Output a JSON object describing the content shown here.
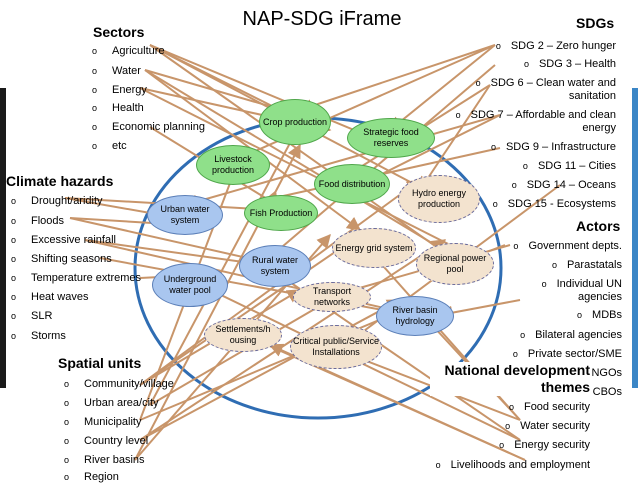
{
  "title": "NAP-SDG iFrame",
  "sectors": {
    "heading": "Sectors",
    "items": [
      "Agriculture",
      "Water",
      "Energy",
      "Health",
      "Economic planning",
      "etc"
    ]
  },
  "climate_hazards": {
    "heading": "Climate hazards",
    "items": [
      "Drought/aridity",
      "Floods",
      "Excessive rainfall",
      "Shifting seasons",
      "Temperature extremes",
      "Heat waves",
      "SLR",
      "Storms"
    ]
  },
  "spatial_units": {
    "heading": "Spatial units",
    "items": [
      "Community/village",
      "Urban area/city",
      "Municipality",
      "Country level",
      "River basins",
      "Region"
    ]
  },
  "sdgs": {
    "heading": "SDGs",
    "items": [
      "SDG 2 – Zero hunger",
      "SDG 3 – Health",
      "SDG 6 – Clean water and sanitation",
      "SDG 7 – Affordable and clean energy",
      "SDG 9 – Infrastructure",
      "SDG 11 – Cities",
      "SDG 14 – Oceans",
      "SDG 15 - Ecosystems"
    ]
  },
  "actors": {
    "heading": "Actors",
    "items": [
      "Government depts.",
      "Parastatals",
      "Individual UN agencies",
      "MDBs",
      "Bilateral agencies",
      "Private sector/SME",
      "NGOs",
      "CBOs"
    ]
  },
  "national_themes": {
    "heading": "National development themes",
    "items": [
      "Food security",
      "Water security",
      "Energy security",
      "Livelihoods and employment"
    ]
  },
  "systems": [
    {
      "id": "crop-production",
      "label": "Crop production",
      "color": "#8fe08a"
    },
    {
      "id": "livestock-production",
      "label": "Livestock production",
      "color": "#8fe08a"
    },
    {
      "id": "strategic-food-reserves",
      "label": "Strategic food reserves",
      "color": "#8fe08a"
    },
    {
      "id": "food-distribution",
      "label": "Food distribution",
      "color": "#8fe08a"
    },
    {
      "id": "fish-production",
      "label": "Fish Production",
      "color": "#8fe08a"
    },
    {
      "id": "hydro-energy-production",
      "label": "Hydro energy production",
      "color": "#f3e3cf"
    },
    {
      "id": "urban-water-system",
      "label": "Urban water system",
      "color": "#a9c6ef"
    },
    {
      "id": "energy-grid-system",
      "label": "Energy grid system",
      "color": "#f3e3cf"
    },
    {
      "id": "regional-power-pool",
      "label": "Regional power pool",
      "color": "#f3e3cf"
    },
    {
      "id": "rural-water-system",
      "label": "Rural water system",
      "color": "#a9c6ef"
    },
    {
      "id": "underground-water-pool",
      "label": "Underground water pool",
      "color": "#a9c6ef"
    },
    {
      "id": "transport-networks",
      "label": "Transport networks",
      "color": "#f3e3cf"
    },
    {
      "id": "river-basin-hydrology",
      "label": "River basin hydrology",
      "color": "#a9c6ef"
    },
    {
      "id": "settlements-housing",
      "label": "Settlements/h ousing",
      "color": "#f3e3cf"
    },
    {
      "id": "critical-installations",
      "label": "Critical public/Service Installations",
      "color": "#f3e3cf"
    }
  ],
  "colors": {
    "arrow": "#c8956a",
    "frame": "#2f6db3",
    "right_bar": "#3b86c6"
  }
}
